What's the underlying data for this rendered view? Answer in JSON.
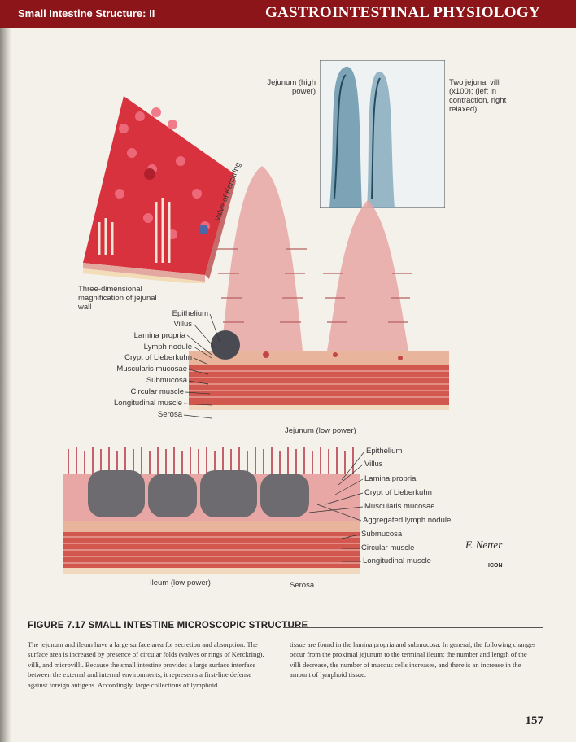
{
  "header": {
    "section": "Small Intestine Structure: II",
    "chapter": "GASTROINTESTINAL PHYSIOLOGY"
  },
  "figure": {
    "inset_left_caption": "Three-dimensional magnification of jejunal wall",
    "photo_left_label": "Jejunum (high power)",
    "photo_right_label": "Two jejunal villi (x100); (left in contraction, right relaxed)",
    "valve_label": "Valve of Kerckring",
    "jejunum_labels": [
      "Epithelium",
      "Villus",
      "Lamina propria",
      "Lymph nodule",
      "Crypt of Lieberkuhn",
      "Muscularis mucosae",
      "Submucosa",
      "Circular muscle",
      "Longitudinal muscle",
      "Serosa"
    ],
    "jejunum_caption": "Jejunum (low power)",
    "ileum_labels": [
      "Epithelium",
      "Villus",
      "Lamina propria",
      "Crypt of Lieberkuhn",
      "Muscularis mucosae",
      "Aggregated lymph nodule",
      "Submucosa",
      "Circular muscle",
      "Longitudinal muscle"
    ],
    "ileum_caption": "Ileum (low power)",
    "serosa_label": "Serosa",
    "signature": "F. Netter",
    "signature_mark": "ICON"
  },
  "caption": {
    "title": "FIGURE 7.17   SMALL INTESTINE MICROSCOPIC STRUCTURE",
    "body_left": "The jejunum and ileum have a large surface area for secretion and absorption. The surface area is increased by presence of circular folds (valves or rings of Kerckring), villi, and microvilli. Because the small intestine provides a large surface interface between the external and internal environments, it represents a first-line defense against foreign antigens. Accordingly, large collections of lymphoid",
    "body_right": "tissue are found in the lamina propria and submucosa. In general, the following changes occur from the proximal jejunum to the terminal ileum; the number and length of the villi decrease, the number of mucous cells increases, and there is an increase in the amount of lymphoid tissue."
  },
  "page_number": "157",
  "colors": {
    "header_red": "#8b1518",
    "tissue_pink": "#e8a7a4",
    "muscle_red": "#c8443e",
    "lymph_gray": "#6e6b70",
    "villus_block_red": "#d8323f",
    "photo_blue": "#3f6f86"
  }
}
